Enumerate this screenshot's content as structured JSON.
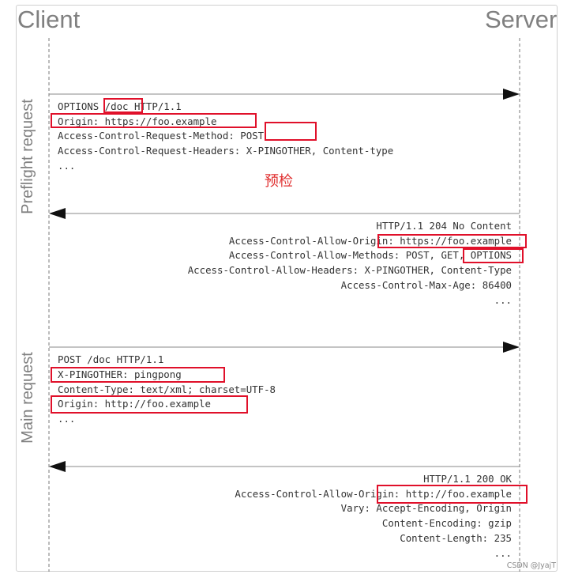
{
  "headers": {
    "client": "Client",
    "server": "Server"
  },
  "sections": {
    "preflight": "Preflight request",
    "main": "Main request"
  },
  "preflight_request": [
    "OPTIONS /doc HTTP/1.1",
    "Origin: https://foo.example",
    "Access-Control-Request-Method: POST",
    "Access-Control-Request-Headers: X-PINGOTHER, Content-type",
    "..."
  ],
  "annotation": "预检",
  "preflight_response": [
    "HTTP/1.1 204 No Content",
    "Access-Control-Allow-Origin: https://foo.example",
    "Access-Control-Allow-Methods: POST, GET, OPTIONS",
    "Access-Control-Allow-Headers: X-PINGOTHER, Content-Type",
    "Access-Control-Max-Age: 86400",
    "..."
  ],
  "main_request": [
    "POST /doc HTTP/1.1",
    "X-PINGOTHER: pingpong",
    "Content-Type: text/xml; charset=UTF-8",
    "Origin: http://foo.example",
    "..."
  ],
  "main_response": [
    "HTTP/1.1 200 OK",
    "Access-Control-Allow-Origin: http://foo.example",
    "Vary: Accept-Encoding, Origin",
    "Content-Encoding: gzip",
    "Content-Length: 235",
    "..."
  ],
  "watermark": "CSDN @JyajT",
  "colors": {
    "highlight": "#e0102a",
    "annotation": "#e03030",
    "text": "#333333",
    "header": "#808080"
  }
}
